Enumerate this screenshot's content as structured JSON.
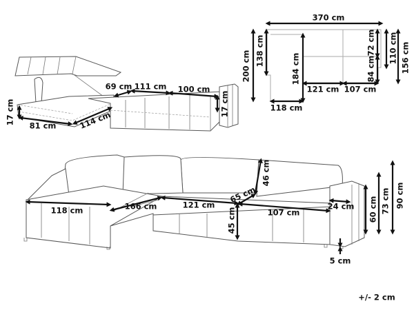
{
  "plan_view": {
    "overall_width": "370 cm",
    "chaise_inner_length": "138 cm",
    "chaise_total_length": "200 cm",
    "corner_depth": "184 cm",
    "back_depth": "72 cm",
    "armrest_depth": "110 cm",
    "total_depth": "156 cm",
    "seat_depth": "84 cm",
    "middle_width": "121 cm",
    "right_width": "107 cm",
    "chaise_width": "118 cm"
  },
  "open_view": {
    "storage_width": "69 cm",
    "bed_middle": "111 cm",
    "bed_right": "100 cm",
    "bed_height_right": "17 cm",
    "storage_height": "17 cm",
    "storage_depth": "81 cm",
    "storage_length": "114 cm"
  },
  "main_view": {
    "chaise_width": "118 cm",
    "chaise_length": "166 cm",
    "middle_width": "121 cm",
    "seat_depth": "65 cm",
    "back_height": "46 cm",
    "seat_height": "45 cm",
    "right_width": "107 cm",
    "armrest_width": "24 cm",
    "armrest_height": "60 cm",
    "back_total_height": "73 cm",
    "total_height": "90 cm",
    "leg_height": "5 cm"
  },
  "tolerance": "+/- 2 cm"
}
